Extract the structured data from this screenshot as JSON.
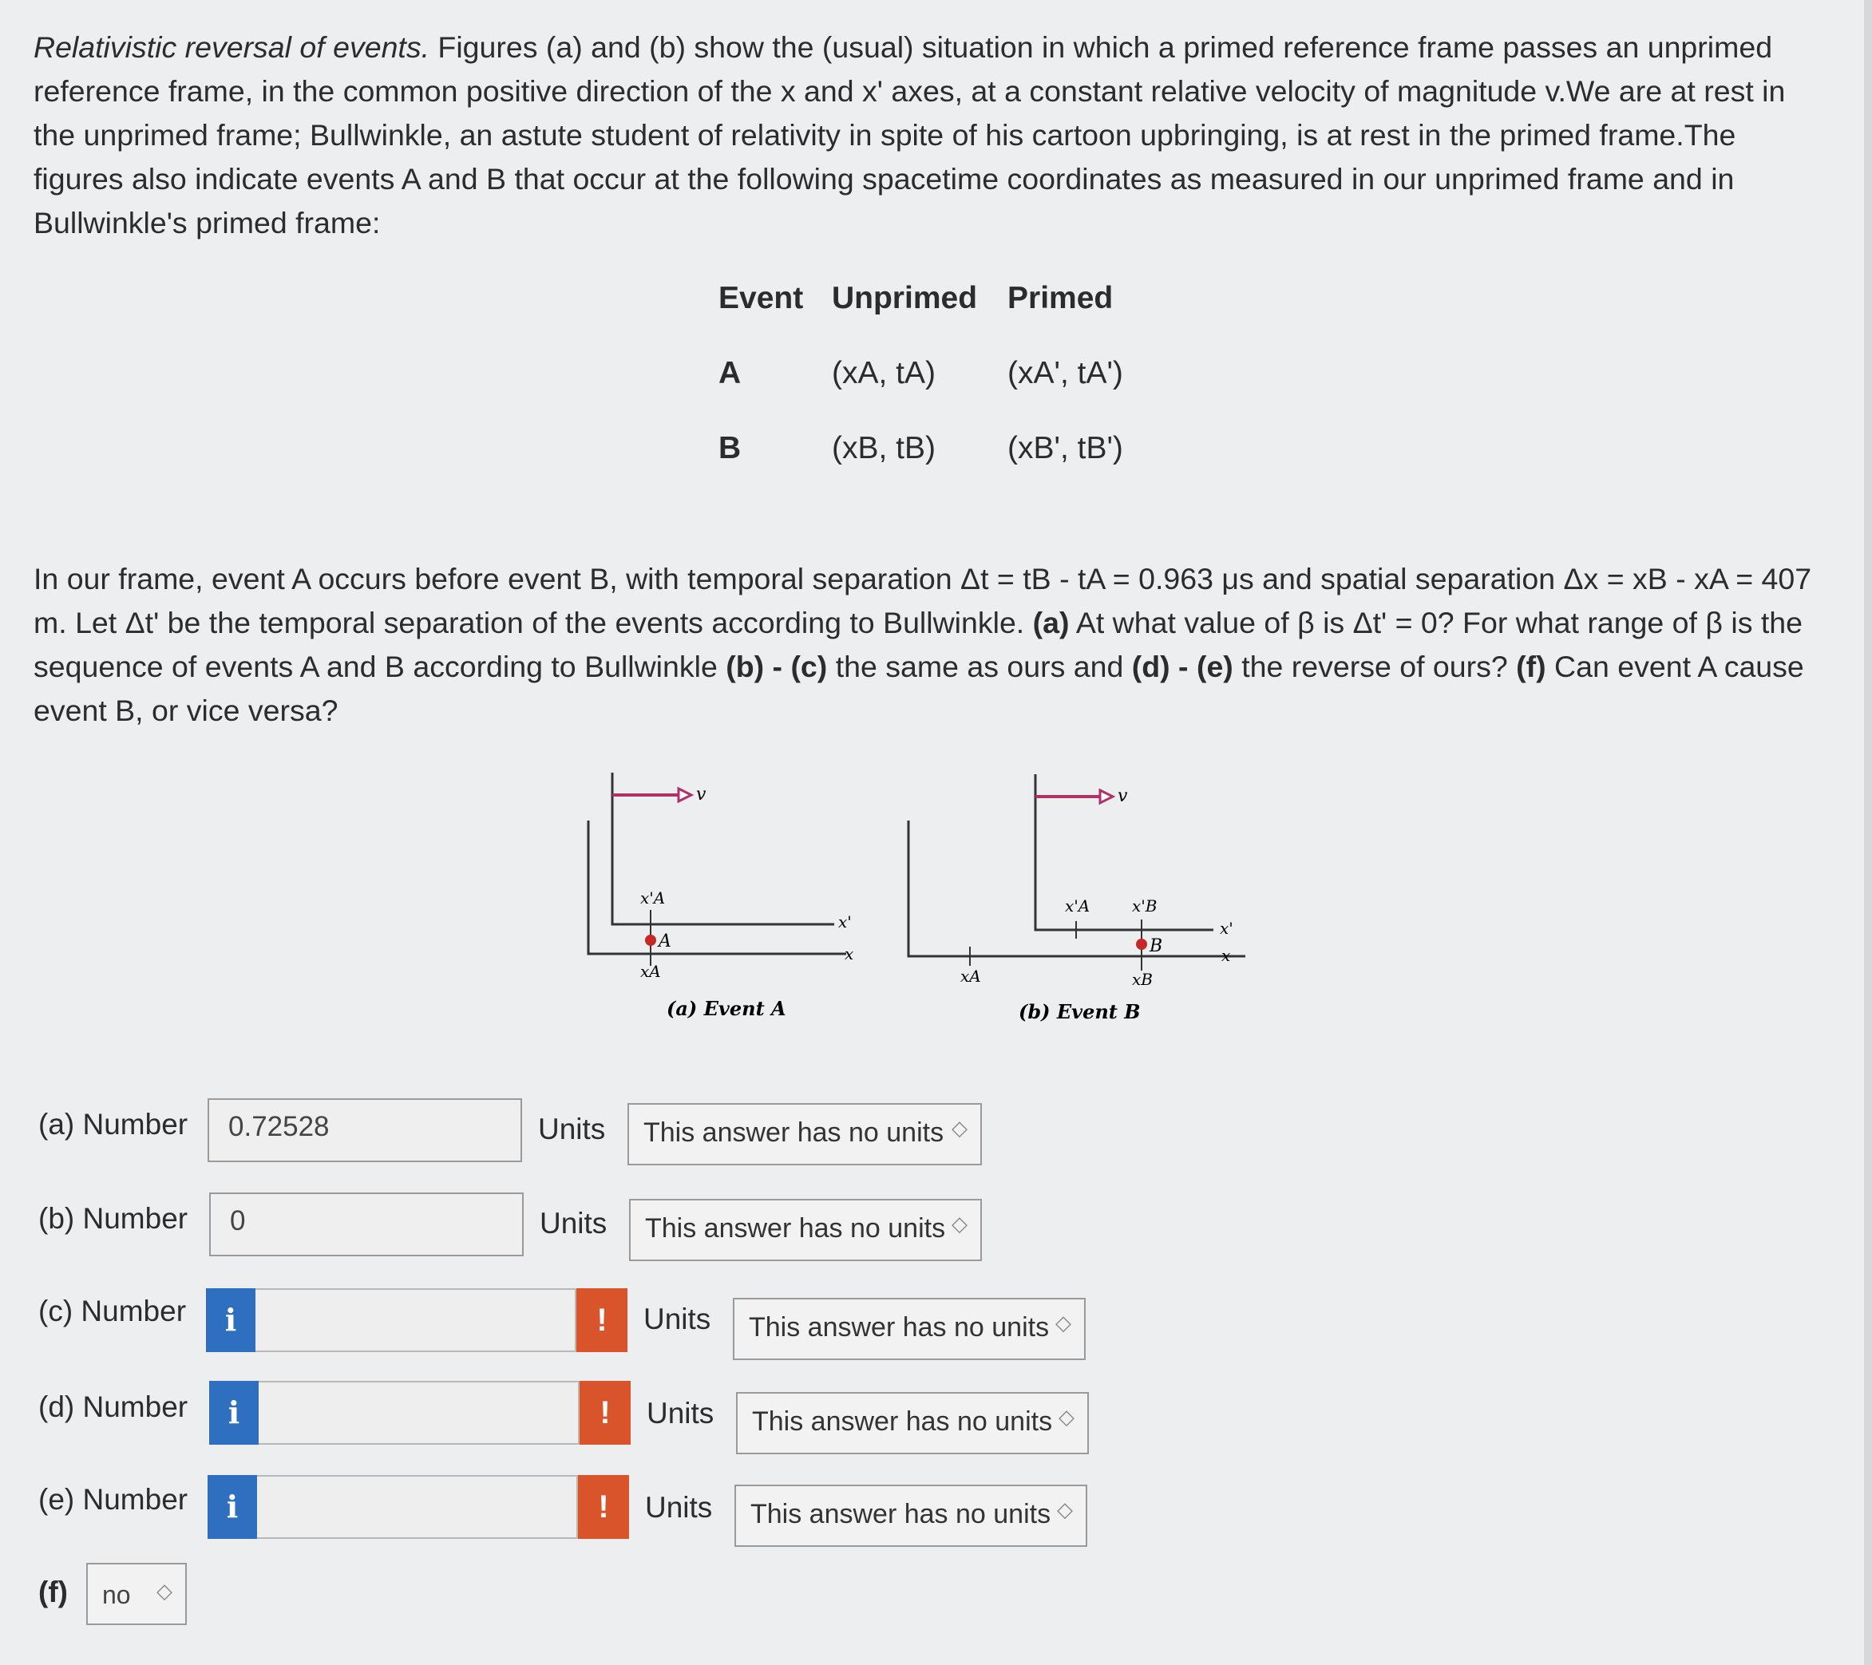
{
  "intro": {
    "title": "Relativistic reversal of events.",
    "text": " Figures (a) and (b) show the (usual) situation in which a primed reference frame passes an unprimed reference frame, in the common positive direction of the x and x' axes, at a constant relative velocity of magnitude v.We are at rest in the unprimed frame; Bullwinkle, an astute student of relativity in spite of his cartoon upbringing, is at rest in the primed frame.The figures also indicate events A and B that occur at the following spacetime coordinates as measured in our unprimed frame and in Bullwinkle's primed frame:"
  },
  "event_table": {
    "headers": [
      "Event",
      "Unprimed",
      "Primed"
    ],
    "rows": [
      {
        "event": "A",
        "unprimed": "(xA, tA)",
        "primed": "(xA', tA')"
      },
      {
        "event": "B",
        "unprimed": "(xB, tB)",
        "primed": "(xB', tB')"
      }
    ]
  },
  "question": {
    "part1": "In our frame, event A occurs before event B, with temporal separation Δt = tB - tA = 0.963 μs and spatial separation Δx = xB - xA = 407 m. Let Δt' be the temporal separation of the events according to Bullwinkle. ",
    "a_bold": "(a)",
    "part2": " At what value of β is Δt' = 0? For what range of β is the sequence of events A and B according to Bullwinkle ",
    "bc_bold": "(b) - (c)",
    "part3": " the same as ours and ",
    "de_bold": "(d) - (e)",
    "part4": " the reverse of ours? ",
    "f_bold": "(f)",
    "part5": " Can event A cause event B, or vice versa?"
  },
  "figure": {
    "v_label": "v",
    "x_label": "x",
    "xprime_label": "x'",
    "caption_a": "(a) Event A",
    "caption_b": "(b) Event B",
    "event_a": "A",
    "event_b": "B",
    "xA": "xA",
    "xB": "xB",
    "xA_prime": "x'A",
    "xB_prime": "x'B"
  },
  "answers": {
    "a": {
      "label": "(a) Number",
      "value": "0.72528",
      "units_label": "Units",
      "units": "This answer has no units"
    },
    "b": {
      "label": "(b) Number",
      "value": "0",
      "units_label": "Units",
      "units": "This answer has no units"
    },
    "c": {
      "label": "(c) Number",
      "info": "i",
      "warn": "!",
      "units_label": "Units",
      "units": "This answer has no units"
    },
    "d": {
      "label": "(d) Number",
      "info": "i",
      "warn": "!",
      "units_label": "Units",
      "units": "This answer has no units"
    },
    "e": {
      "label": "(e) Number",
      "info": "i",
      "warn": "!",
      "units_label": "Units",
      "units": "This answer has no units"
    },
    "f": {
      "label": "(f)",
      "value": "no"
    }
  },
  "colors": {
    "info": "#2f6fbf",
    "warn": "#d9532b",
    "velocity_arrow": "#b0306a",
    "event_dot": "#c62828"
  }
}
